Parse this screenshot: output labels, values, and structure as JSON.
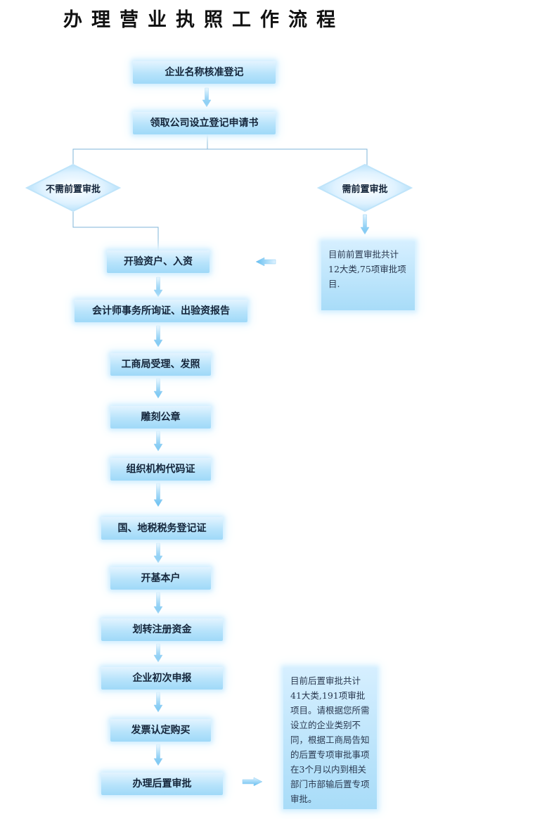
{
  "title": "办理营业执照工作流程",
  "steps": [
    "企业名称核准登记",
    "领取公司设立登记申请书",
    "开验资户、入资",
    "会计师事务所询证、出验资报告",
    "工商局受理、发照",
    "雕刻公章",
    "组织机构代码证",
    "国、地税税务登记证",
    "开基本户",
    "划转注册资金",
    "企业初次申报",
    "发票认定购买",
    "办理后置审批"
  ],
  "branches": {
    "left": "不需前置审批",
    "right": "需前置审批"
  },
  "notes": {
    "pre_approval": "目前前置审批共计12大类,75项审批项目.",
    "post_approval": "目前后置审批共计41大类,191项审批项目。请根据您所需设立的企业类别不同，根据工商局告知的后置专项审批事项在3个月以内到相关部门市部输后置专项审批。"
  }
}
